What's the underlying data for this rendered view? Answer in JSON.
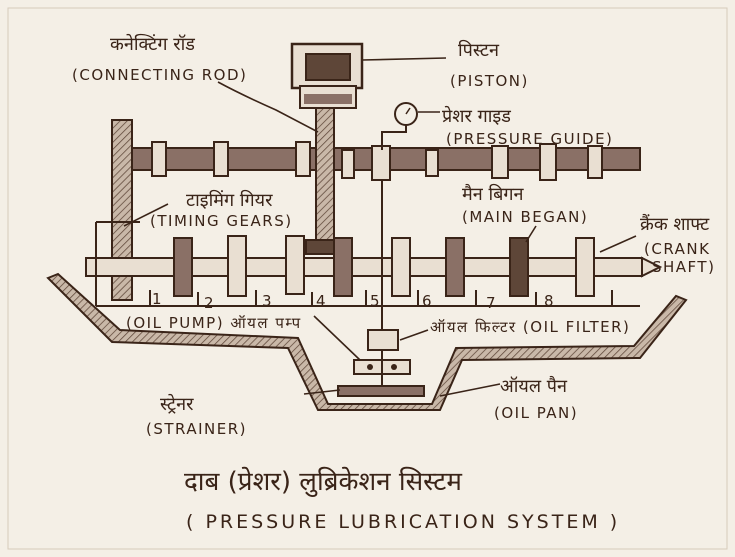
{
  "diagram": {
    "labels": {
      "connecting_rod_hi": "कनेक्टिंग रॉड",
      "connecting_rod_en": "(CONNECTING ROD)",
      "piston_hi": "पिस्टन",
      "piston_en": "(PISTON)",
      "pressure_guide_hi": "प्रेशर गाइड",
      "pressure_guide_en": "(PRESSURE GUIDE)",
      "timing_gears_hi": "टाइमिंग गियर",
      "timing_gears_en": "(TIMING GEARS)",
      "main_began_hi": "मैन बिगन",
      "main_began_en": "(MAIN BEGAN)",
      "crank_shaft_hi": "क्रैंक शाफ्ट",
      "crank_shaft_en1": "(CRANK",
      "crank_shaft_en2": "SHAFT)",
      "oil_pump": "(OIL PUMP) ऑयल पम्प",
      "oil_filter": "ऑयल फिल्टर (OIL FILTER)",
      "strainer_hi": "स्ट्रेनर",
      "strainer_en": "(STRAINER)",
      "oil_pan_hi": "ऑयल पैन",
      "oil_pan_en": "(OIL PAN)"
    },
    "numbers": [
      "1",
      "2",
      "3",
      "4",
      "5",
      "6",
      "7",
      "8"
    ],
    "title_hi": "दाब (प्रेशर) लुब्रिकेशन सिस्टम",
    "title_en": "( PRESSURE LUBRICATION SYSTEM )"
  },
  "colors": {
    "ink": "#3a2418",
    "paper": "#f4efe6",
    "metal": "#8a7066",
    "dark": "#5e4638"
  }
}
